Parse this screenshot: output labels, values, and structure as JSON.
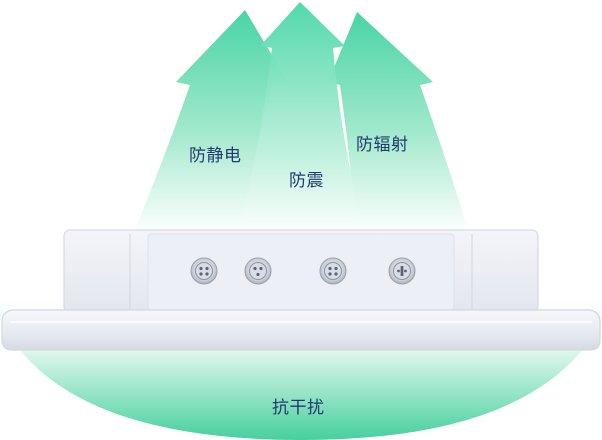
{
  "labels": {
    "antistatic": "防静电",
    "shockproof": "防震",
    "antiradiation": "防辐射",
    "antiinterference": "抗干扰"
  },
  "colors": {
    "arrow_top": "#3fd2a1",
    "arrow_fade": "#e9fbf4",
    "arc_top": "#eafaf3",
    "arc_bottom": "#55d6a7",
    "device_face": "#eef0f6",
    "device_edge": "#d5d9e3",
    "connector_ring": "#c8cdd6",
    "label_text": "#1e3a6e"
  },
  "connectors": [
    {
      "name": "connector-1"
    },
    {
      "name": "connector-2"
    },
    {
      "name": "connector-3"
    },
    {
      "name": "connector-4"
    }
  ]
}
